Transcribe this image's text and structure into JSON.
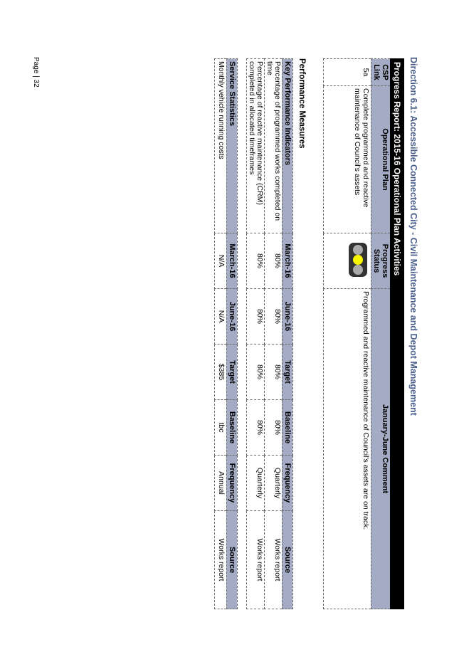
{
  "heading": "Direction 6.1: Accessible Connected City - Civil Maintenance and Depot Management",
  "activities": {
    "title": "Progress Report: 2015-16 Operational Plan Activities",
    "columns": [
      "CSP Link",
      "Operational Plan",
      "Progress Status",
      "January-June Comment"
    ],
    "rows": [
      {
        "csp": "5a",
        "plan": "Complete programmed and reactive maintenance of Council's assets",
        "status_icon": "traffic-light-amber",
        "comment": "Programmed and reactive maintenance of Council's assets are on track."
      }
    ]
  },
  "performance_title": "Performance Measures",
  "kpi": {
    "columns": [
      "Key Performance Indicators",
      "March-16",
      "June-16",
      "Target",
      "Baseline",
      "Frequency",
      "Source"
    ],
    "rows": [
      [
        "Percentage of programmed works completed on time",
        "80%",
        "80%",
        "80%",
        "80%",
        "Quarterly",
        "Works report"
      ],
      [
        "Percentage of reactive maintenance (CRM) completed in allocated timeframes",
        "80%",
        "80%",
        "80%",
        "80%",
        "Quarterly",
        "Works report"
      ]
    ]
  },
  "service": {
    "columns": [
      "Service Statistics",
      "March-16",
      "June-16",
      "Target",
      "Baseline",
      "Frequency",
      "Source"
    ],
    "rows": [
      [
        "Monthly vehicle running costs",
        "N/A",
        "N/A",
        "$385",
        "tbc",
        "Annual",
        "Works report"
      ]
    ]
  },
  "page_label": "Page | 32"
}
